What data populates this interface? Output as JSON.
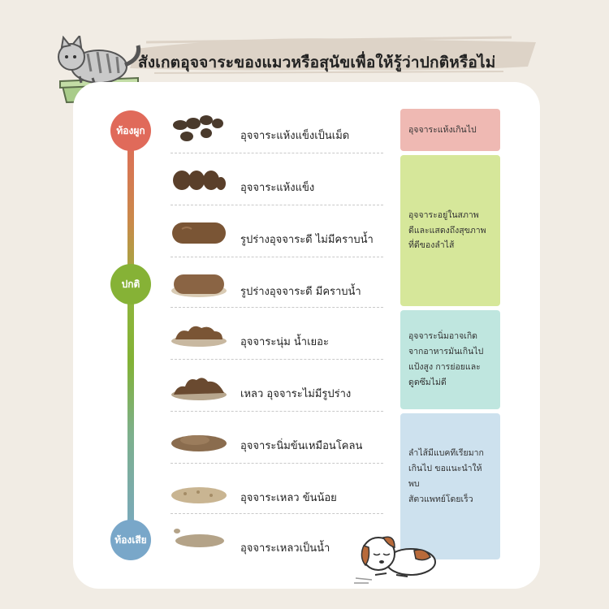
{
  "title": "สังเกตอุจจาระของแมวหรือสุนัขเพื่อให้รู้ว่าปกติหรือไม่",
  "phases": {
    "constipation": {
      "label": "ท้องผูก",
      "color": "#e06a5a"
    },
    "normal": {
      "label": "ปกติ",
      "color": "#86b236"
    },
    "diarrhea": {
      "label": "ท้องเสีย",
      "color": "#79a7c9"
    }
  },
  "stool_types": [
    {
      "label": "อุจจาระแห้งแข็งเป็นเม็ด",
      "icon": "pellet-stool-icon"
    },
    {
      "label": "อุจจาระแห้งแข็ง",
      "icon": "hard-lumpy-stool-icon"
    },
    {
      "label": "รูปร่างอุจจาระดี ไม่มีคราบน้ำ",
      "icon": "formed-stool-icon"
    },
    {
      "label": "รูปร่างอุจจาระดี มีคราบน้ำ",
      "icon": "formed-wet-stool-icon"
    },
    {
      "label": "อุจจาระนุ่ม น้ำเยอะ",
      "icon": "soft-stool-icon"
    },
    {
      "label": "เหลว อุจจาระไม่มีรูปร่าง",
      "icon": "shapeless-stool-icon"
    },
    {
      "label": "อุจจาระนิ่มข้นเหมือนโคลน",
      "icon": "mushy-stool-icon"
    },
    {
      "label": "อุจจาระเหลว ข้นน้อย",
      "icon": "loose-stool-icon"
    },
    {
      "label": "อุจจาระเหลวเป็นน้ำ",
      "icon": "watery-stool-icon"
    }
  ],
  "notes": [
    {
      "lines": [
        "อุจจาระแห้งเกินไป"
      ],
      "color": "#efb9b3"
    },
    {
      "lines": [
        "อุจจาระอยู่ในสภาพ",
        "ดีและแสดงถึงสุขภาพ",
        "ที่ดีของลำไส้"
      ],
      "color": "#d6e79a"
    },
    {
      "lines": [
        "อุจจาระนิ่มอาจเกิด",
        "จากอาหารมันเกินไป",
        "แป้งสูง การย่อยและ",
        "ดูดซึมไม่ดี"
      ],
      "color": "#bfe6df"
    },
    {
      "lines": [
        "ลำไส้มีแบคทีเรียมาก",
        "เกินไป ขอแนะนำให้พบ",
        "สัตวแพทย์โดยเร็ว"
      ],
      "color": "#cde1ee"
    }
  ],
  "colors": {
    "background": "#f1ece4",
    "card": "#ffffff",
    "brush": "#dcd2c6"
  }
}
